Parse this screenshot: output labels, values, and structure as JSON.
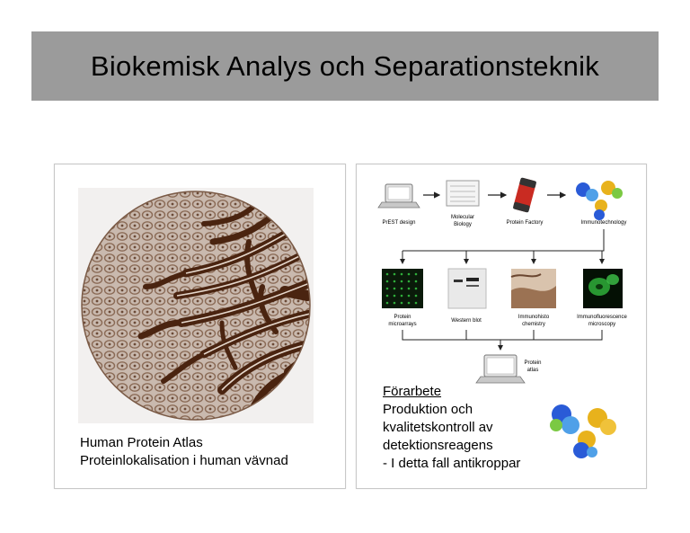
{
  "slide": {
    "title": "Biokemisk Analys och Separationsteknik"
  },
  "left_panel": {
    "caption_line1": "Human Protein Atlas",
    "caption_line2": "Proteinlokalisation i human vävnad"
  },
  "pipeline": {
    "steps_top": [
      "PrEST design",
      "Molecular Biology",
      "Protein Factory",
      "Immunotechnology"
    ],
    "steps_top_lines": {
      "prest": "PrEST design",
      "molbio_1": "Molecular",
      "molbio_2": "Biology",
      "factory": "Protein Factory",
      "immuno": "Immunotechnology"
    },
    "steps_middle_lines": {
      "microarray_1": "Protein",
      "microarray_2": "microarrays",
      "western": "Western blot",
      "ihc_1": "Immunohisto",
      "ihc_2": "chemistry",
      "if_1": "Immunofluorescence",
      "if_2": "microscopy"
    },
    "atlas_lines": {
      "atlas_1": "Protein",
      "atlas_2": "atlas"
    }
  },
  "preparation": {
    "heading": "Förarbete",
    "line1": "Produktion och",
    "line2": "kvalitetskontroll av",
    "line3": "detektionsreagens",
    "line4": "- I detta fall antikroppar"
  },
  "colors": {
    "title_bar": "#9b9b9b",
    "tissue_stain": "#5a2e14",
    "tissue_background": "#b8a99f",
    "fluorescence_green": "#2fae3a",
    "antibody_blue": "#2a5bd7",
    "antibody_yellow": "#e8b21c"
  }
}
